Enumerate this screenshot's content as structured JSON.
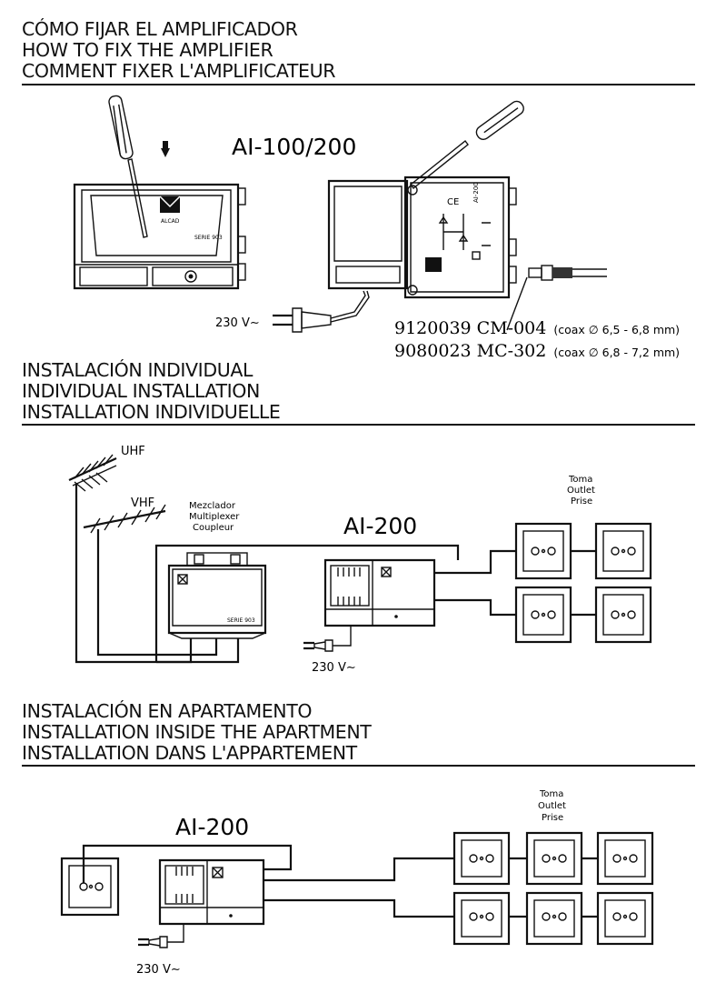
{
  "sections": [
    {
      "title_lines": [
        "CÓMO FIJAR EL AMPLIFICADOR",
        "HOW TO FIX THE AMPLIFIER",
        "COMMENT FIXER L'AMPLIFICATEUR"
      ],
      "model_label": "AI-100/200",
      "voltage": "230 V∼",
      "device_logo_text": "ALCAD",
      "device_series": "SERIE 903",
      "device_side_label": "AI-200",
      "ce_mark": "CE",
      "parts": [
        {
          "code": "9120039 CM-004",
          "spec": "(coax ∅ 6,5 - 6,8 mm)"
        },
        {
          "code": "9080023 MC-302",
          "spec": "(coax ∅ 6,8 - 7,2 mm)"
        }
      ]
    },
    {
      "title_lines": [
        "INSTALACIÓN INDIVIDUAL",
        "INDIVIDUAL INSTALLATION",
        "INSTALLATION INDIVIDUELLE"
      ],
      "uhf": "UHF",
      "vhf": "VHF",
      "mixer_lines": [
        "Mezclador",
        "Multiplexer",
        "Coupleur"
      ],
      "mixer_series": "SERIE 903",
      "amp_label": "AI-200",
      "outlet_lines": [
        "Toma",
        "Outlet",
        "Prise"
      ],
      "voltage": "230 V∼"
    },
    {
      "title_lines": [
        "INSTALACIÓN EN APARTAMENTO",
        "INSTALLATION INSIDE THE APARTMENT",
        "INSTALLATION DANS L'APPARTEMENT"
      ],
      "amp_label": "AI-200",
      "outlet_lines": [
        "Toma",
        "Outlet",
        "Prise"
      ],
      "voltage": "230 V∼"
    }
  ]
}
